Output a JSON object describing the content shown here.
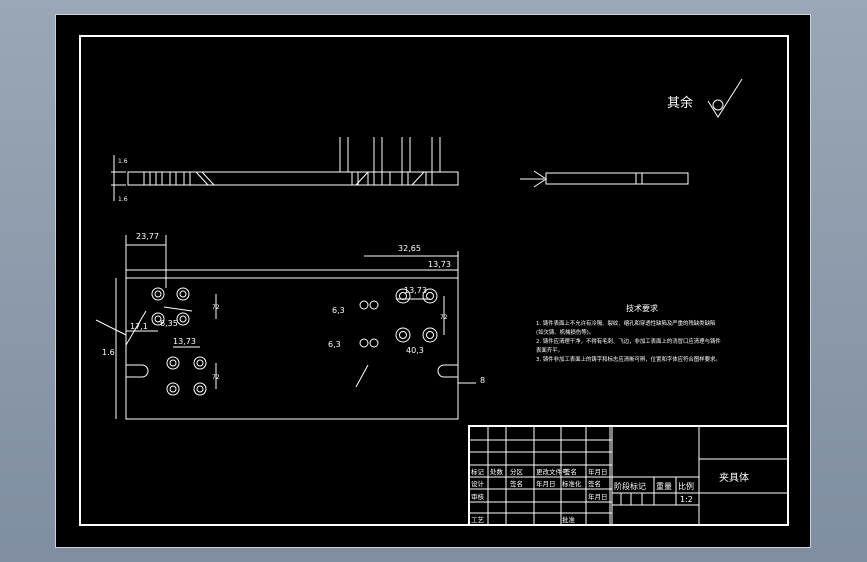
{
  "roughness": {
    "label": "其余"
  },
  "dimensions": {
    "top_thickness_a": "1.6",
    "top_thickness_b": "1.6",
    "d_2377": "23,77",
    "d_3265": "32,65",
    "d_1373_top": "13,73",
    "d_1373_mid": "13,73",
    "d_1373_left": "13,73",
    "d_171": "17,1",
    "d_635": "6,35",
    "d_63_a": "6,3",
    "d_63_b": "6,3",
    "d_403": "40,3",
    "d_8": "8",
    "d_16": "1.6",
    "d_72_a": "72",
    "d_72_b": "72",
    "d_72_c": "72"
  },
  "tech": {
    "title": "技术要求",
    "line1": "1. 铸件表面上不允许有冷隔、裂纹、缩孔和穿透性缺陷及严重的残缺类缺陷",
    "line2": "(如欠铸、机械损伤等)。",
    "line3": "2. 铸件应清理干净，不得有毛刺、飞边，非加工表面上的浇冒口应清理与铸件",
    "line4": "表面齐平。",
    "line5": "3. 铸件非加工表面上的铸字和标志应清晰可辨，位置和字体应符合图样要求。"
  },
  "title_block": {
    "mark": "标记",
    "count": "处数",
    "zone": "分区",
    "docno": "更改文件号",
    "sign": "签名",
    "date": "年月日",
    "design": "设计",
    "standard": "标准化",
    "stage_label": "阶段标记",
    "weight_label": "重量",
    "scale_label": "比例",
    "scale_value": "1:2",
    "audit": "审核",
    "process": "工艺",
    "approve": "批准",
    "sign2": "签名",
    "date2": "年月日",
    "sign3": "签名",
    "date3": "年月日",
    "drawing_name": "夹具体"
  }
}
